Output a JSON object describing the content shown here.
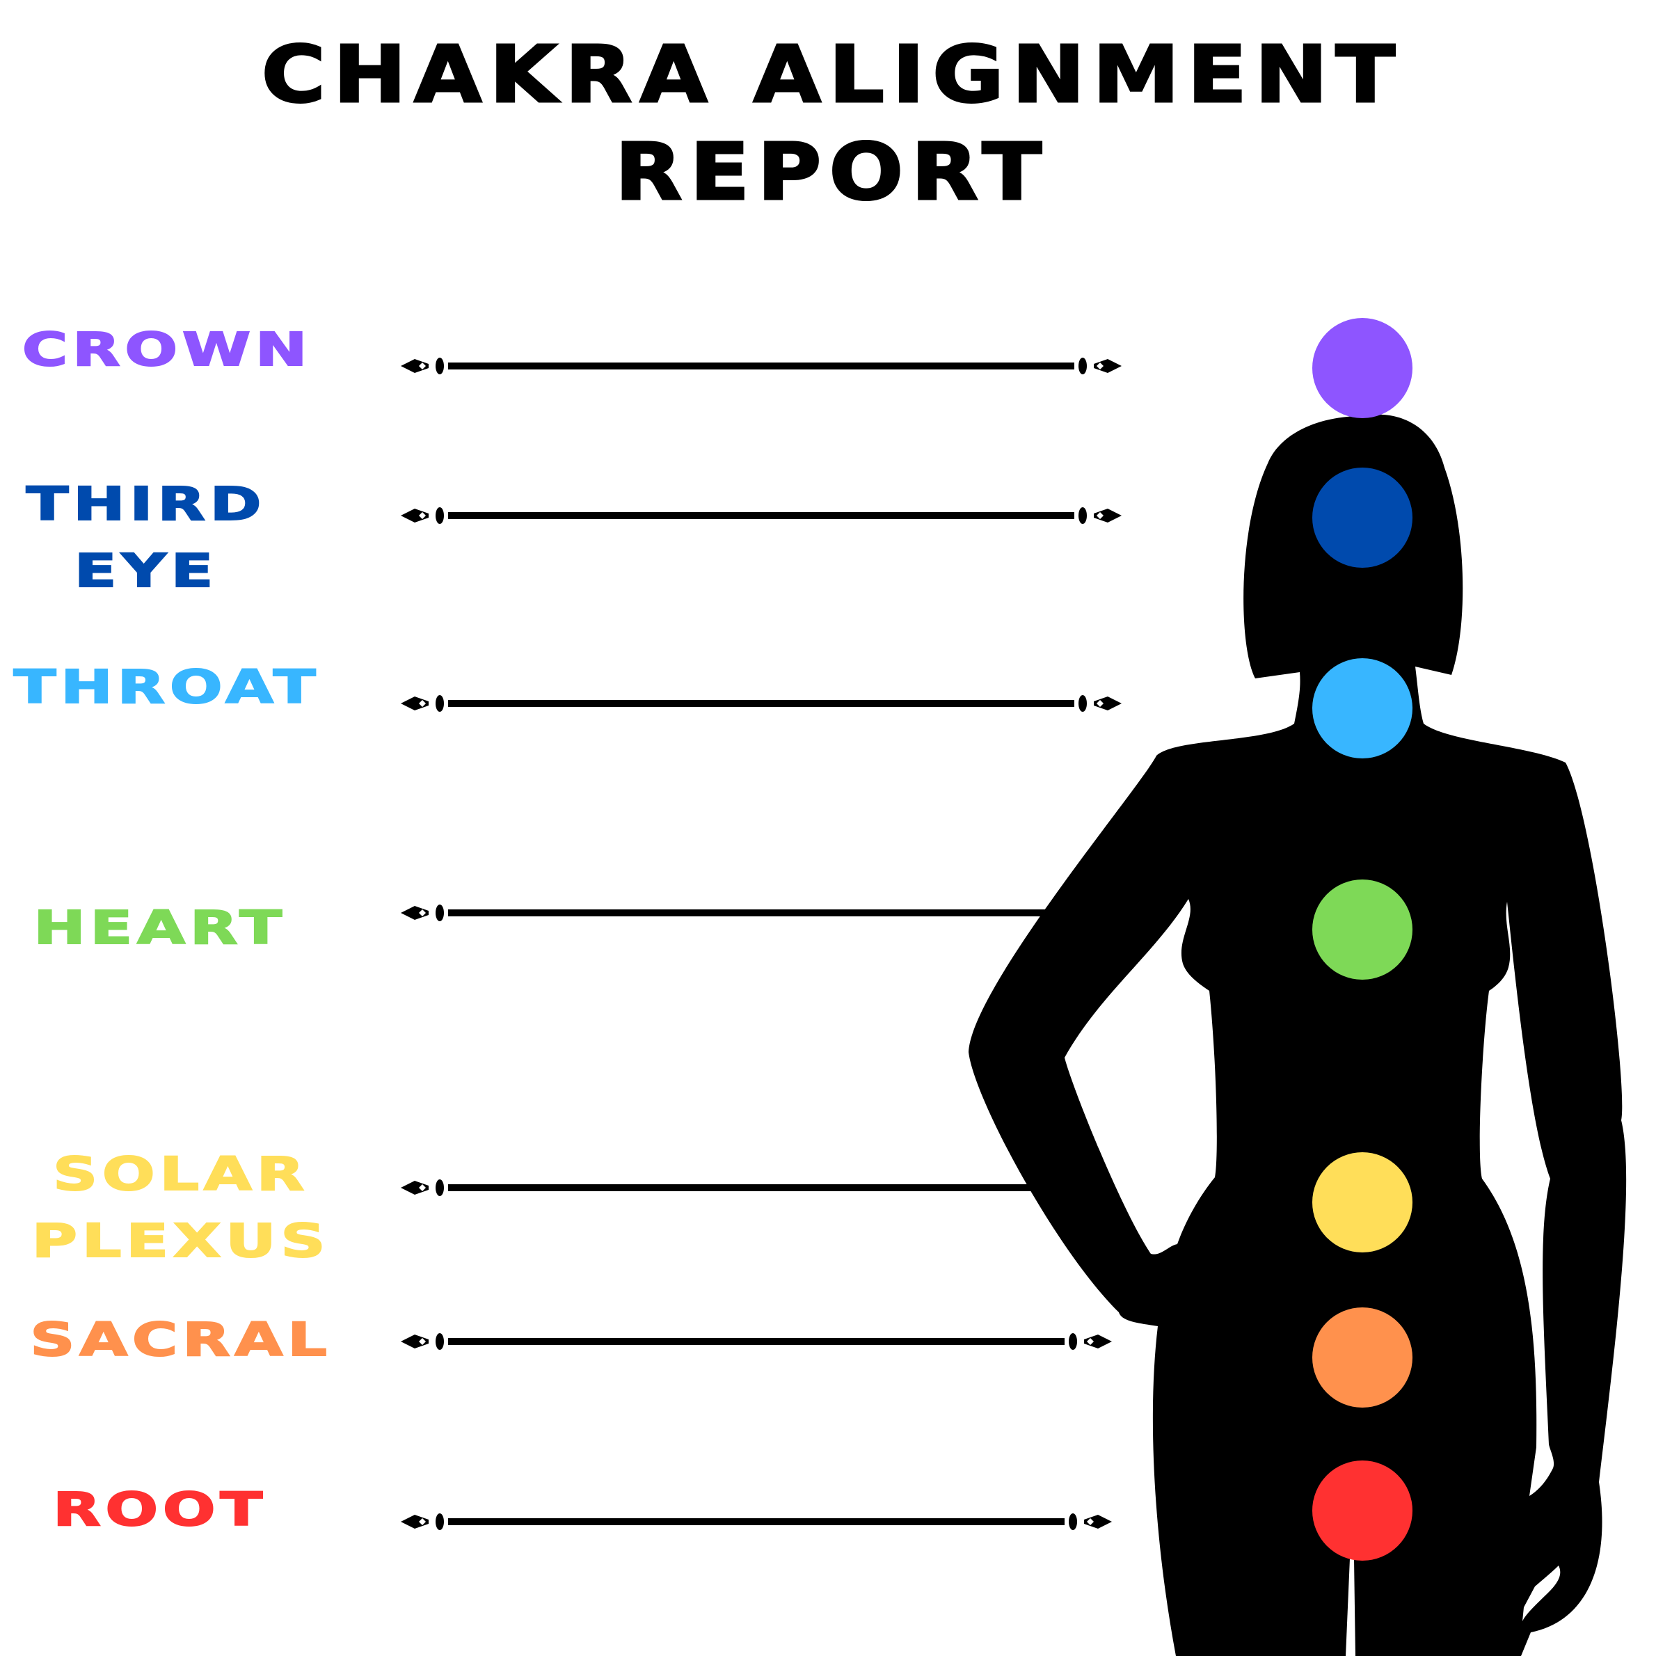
{
  "title": {
    "line1": "CHAKRA ALIGNMENT",
    "line2": "REPORT"
  },
  "chakras": [
    {
      "name_line1": "CROWN",
      "name_line2": "",
      "color": "#8e55ff"
    },
    {
      "name_line1": "THIRD",
      "name_line2": "EYE",
      "color": "#004aad"
    },
    {
      "name_line1": "THROAT",
      "name_line2": "",
      "color": "#38b6ff"
    },
    {
      "name_line1": "HEART",
      "name_line2": "",
      "color": "#7ed957"
    },
    {
      "name_line1": "SOLAR",
      "name_line2": "PLEXUS",
      "color": "#ffde59"
    },
    {
      "name_line1": "SACRAL",
      "name_line2": "",
      "color": "#ff914d"
    },
    {
      "name_line1": "ROOT",
      "name_line2": "",
      "color": "#ff3131"
    }
  ]
}
